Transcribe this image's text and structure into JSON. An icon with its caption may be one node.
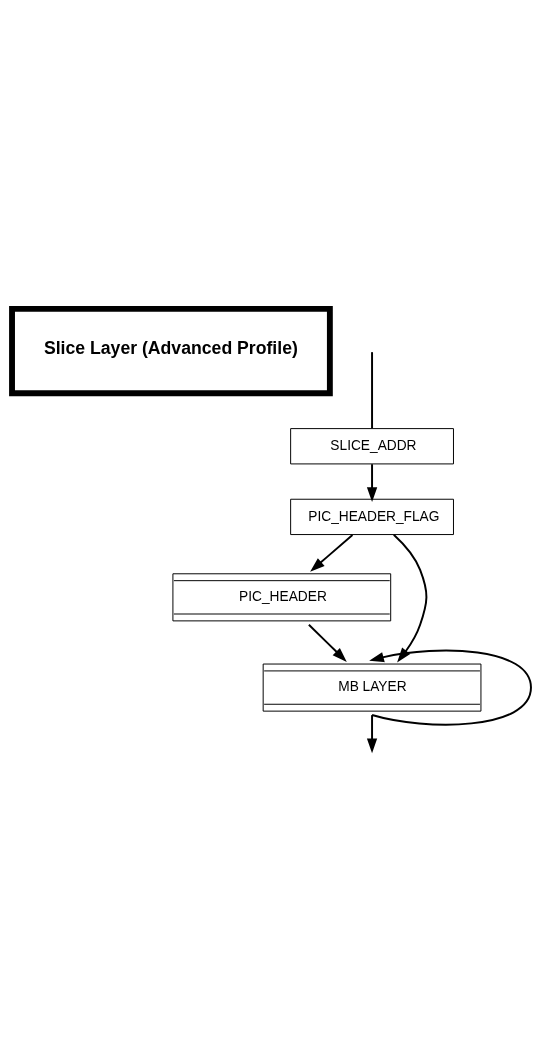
{
  "diagram": {
    "nodes": [
      {
        "text": [
          "Slice Layer (Advanced Profile)"
        ]
      },
      {
        "text": [
          "SLICE_ADDR"
        ]
      },
      {
        "text": [
          "PIC_HEADER_FLAG"
        ]
      },
      {
        "text": [
          "PIC_HEADER"
        ]
      },
      {
        "text": [
          "MB LAYER"
        ]
      }
    ],
    "edges": [
      {
        "from": null,
        "to": 1,
        "arrow": "none"
      },
      {
        "from": 1,
        "to": 2,
        "arrow": "to"
      },
      {
        "from": 2,
        "to": 3,
        "arrow": "to"
      },
      {
        "from": 2,
        "to": 4,
        "arrow": "to"
      },
      {
        "from": 3,
        "to": 4,
        "arrow": "to"
      },
      {
        "from": 4,
        "to": 4,
        "arrow": "to"
      },
      {
        "from": 4,
        "to": null,
        "arrow": "to"
      }
    ]
  }
}
